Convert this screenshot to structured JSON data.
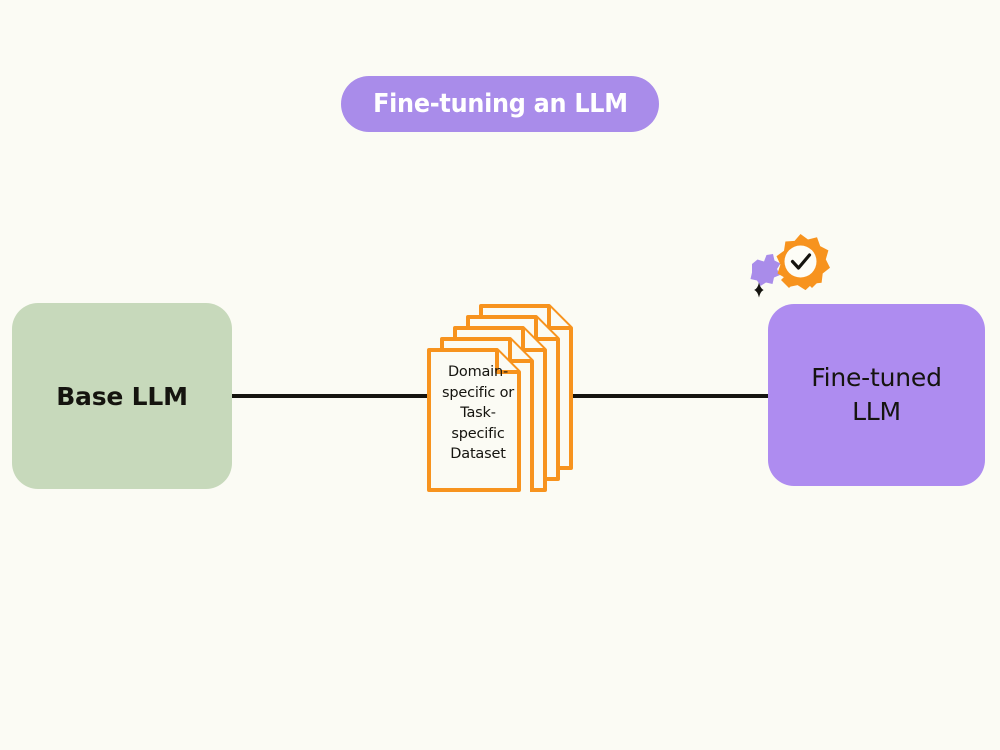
{
  "page": {
    "background_color": "#fbfbf4"
  },
  "title": {
    "text": "Fine-tuning an LLM",
    "pill_color": "#a98cea",
    "text_color": "#ffffff"
  },
  "diagram": {
    "type": "flow",
    "orientation": "left-to-right",
    "nodes": [
      {
        "id": "base-llm",
        "label": "Base LLM",
        "fill_color": "#c7d9bb",
        "text_color": "#15140f",
        "shape": "rounded-rectangle"
      },
      {
        "id": "dataset",
        "label": "Domain-\nspecific or\nTask-\nspecific\nDataset",
        "shape": "document-stack",
        "page_count": 5,
        "outline_color": "#f7931e",
        "fill_color": "#fbfbf4",
        "text_color": "#15140f"
      },
      {
        "id": "fine-tuned-llm",
        "label": "Fine-tuned\nLLM",
        "fill_color": "#ae8cf0",
        "text_color": "#15140f",
        "shape": "rounded-rectangle"
      }
    ],
    "connectors": [
      {
        "id": "base-to-dataset",
        "from": "base-llm",
        "to": "dataset",
        "style": "solid-line",
        "color": "#15140f"
      },
      {
        "id": "dataset-to-fine-tuned",
        "from": "dataset",
        "to": "fine-tuned-llm",
        "style": "solid-line",
        "color": "#15140f"
      }
    ],
    "decorations": [
      {
        "id": "verified-badge",
        "icon": "starburst-check-badge",
        "color": "#f7931e",
        "check_color": "#15140f"
      },
      {
        "id": "ribbon-left",
        "icon": "diamond",
        "color": "#f7931e"
      },
      {
        "id": "ribbon-right",
        "icon": "diamond",
        "color": "#f7931e"
      },
      {
        "id": "purple-star",
        "icon": "six-point-star",
        "color": "#a98cea"
      },
      {
        "id": "black-sparkle",
        "icon": "four-point-sparkle",
        "color": "#15140f"
      }
    ]
  }
}
